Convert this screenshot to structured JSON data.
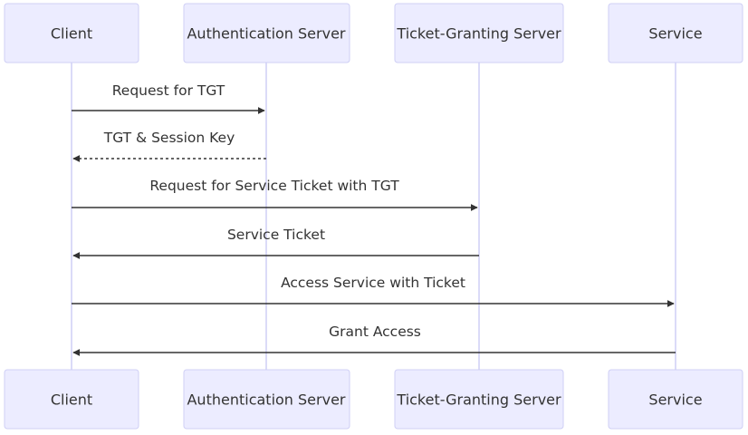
{
  "participants": [
    {
      "id": "client",
      "label": "Client"
    },
    {
      "id": "as",
      "label": "Authentication Server"
    },
    {
      "id": "tgs",
      "label": "Ticket-Granting Server"
    },
    {
      "id": "svc",
      "label": "Service"
    }
  ],
  "messages": [
    {
      "from": "client",
      "to": "as",
      "label": "Request for TGT",
      "style": "solid"
    },
    {
      "from": "as",
      "to": "client",
      "label": "TGT & Session Key",
      "style": "dashed"
    },
    {
      "from": "client",
      "to": "tgs",
      "label": "Request for Service Ticket with TGT",
      "style": "solid"
    },
    {
      "from": "tgs",
      "to": "client",
      "label": "Service Ticket",
      "style": "solid"
    },
    {
      "from": "client",
      "to": "svc",
      "label": "Access Service with Ticket",
      "style": "solid"
    },
    {
      "from": "svc",
      "to": "client",
      "label": "Grant Access",
      "style": "solid"
    }
  ],
  "colors": {
    "actor_fill": "#ececff",
    "actor_stroke": "#cfcff5",
    "lifeline": "#cfcff5",
    "text": "#333333",
    "arrow": "#333333"
  }
}
